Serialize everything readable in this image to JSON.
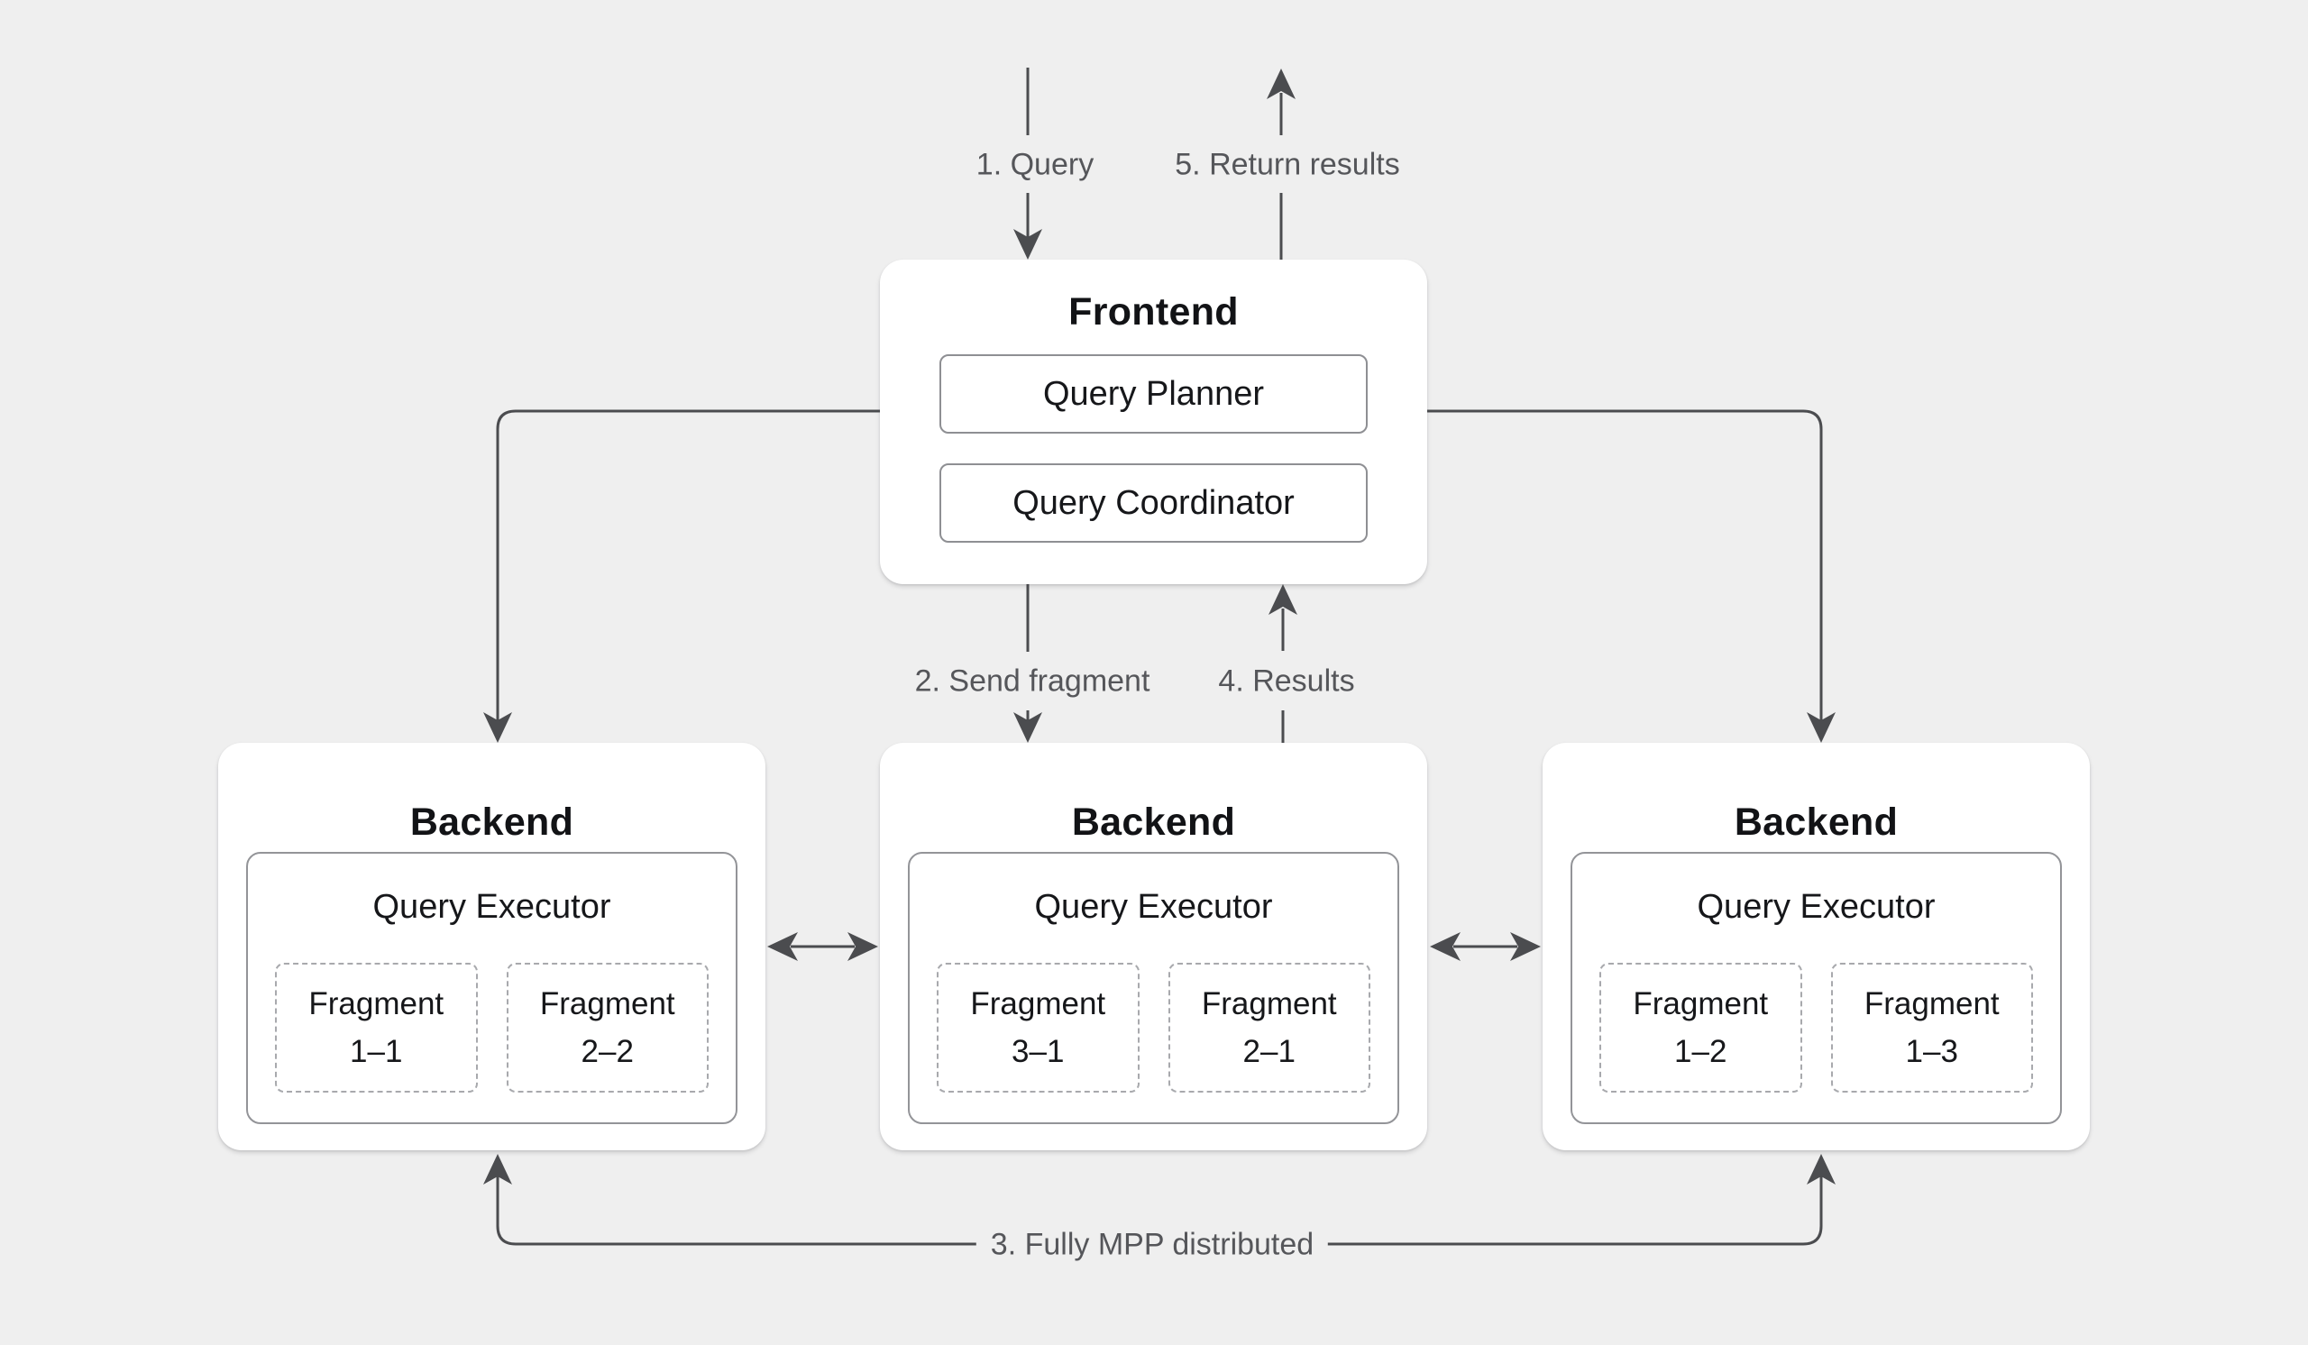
{
  "diagram": {
    "background_color": "#efefef",
    "line_color": "#4b4c4f",
    "flow_label_color": "#55565a"
  },
  "frontend": {
    "title": "Frontend",
    "components": [
      "Query Planner",
      "Query Coordinator"
    ]
  },
  "backends": [
    {
      "title": "Backend",
      "executor_label": "Query Executor",
      "fragments": [
        {
          "name": "Fragment",
          "id": "1–1"
        },
        {
          "name": "Fragment",
          "id": "2–2"
        }
      ]
    },
    {
      "title": "Backend",
      "executor_label": "Query Executor",
      "fragments": [
        {
          "name": "Fragment",
          "id": "3–1"
        },
        {
          "name": "Fragment",
          "id": "2–1"
        }
      ]
    },
    {
      "title": "Backend",
      "executor_label": "Query Executor",
      "fragments": [
        {
          "name": "Fragment",
          "id": "1–2"
        },
        {
          "name": "Fragment",
          "id": "1–3"
        }
      ]
    }
  ],
  "flow": {
    "step1": "1. Query",
    "step2": "2. Send fragment",
    "step3": "3. Fully MPP distributed",
    "step4": "4. Results",
    "step5": "5. Return results"
  }
}
